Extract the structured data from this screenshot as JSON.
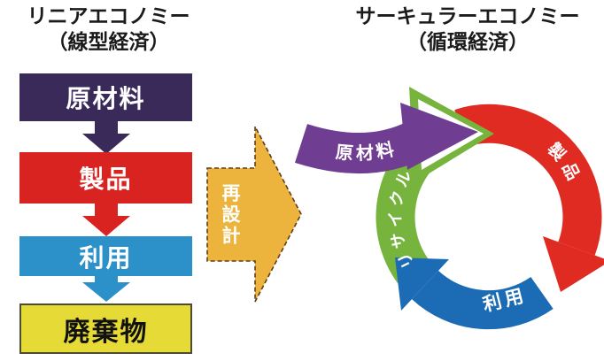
{
  "left": {
    "title_line1": "リニアエコノミー",
    "title_line2": "（線型経済）",
    "steps": [
      {
        "label": "原材料",
        "color": "#3a2a5a",
        "text_color": "#ffffff"
      },
      {
        "label": "製品",
        "color": "#d92320",
        "text_color": "#ffffff"
      },
      {
        "label": "利用",
        "color": "#2b91c8",
        "text_color": "#ffffff"
      },
      {
        "label": "廃棄物",
        "color": "#e6da36",
        "text_color": "#111111"
      }
    ]
  },
  "center": {
    "arrow_label": "再設計",
    "arrow_color": "#ecb43c",
    "arrow_outline": "#5e3c1f"
  },
  "right": {
    "title_line1": "サーキュラーエコノミー",
    "title_line2": "（循環経済）",
    "cycle": [
      {
        "label": "原材料",
        "color": "#6f3d91"
      },
      {
        "label": "製品",
        "color": "#e02b22"
      },
      {
        "label": "利用",
        "color": "#1b6cb5"
      },
      {
        "label": "リサイクル",
        "color": "#76b43e"
      }
    ]
  }
}
